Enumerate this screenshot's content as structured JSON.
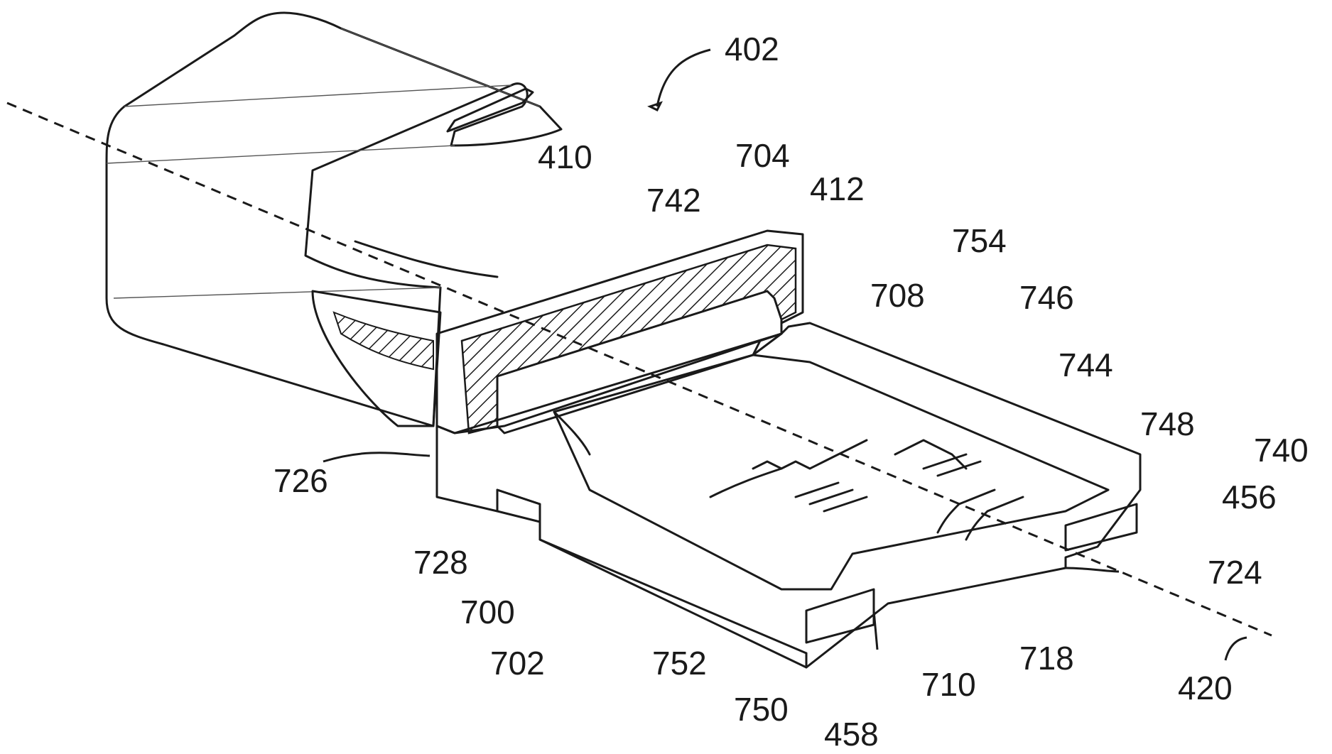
{
  "figure": {
    "labels": [
      {
        "key": "l402",
        "text": "402"
      },
      {
        "key": "l410",
        "text": "410"
      },
      {
        "key": "l704",
        "text": "704"
      },
      {
        "key": "l742",
        "text": "742"
      },
      {
        "key": "l412",
        "text": "412"
      },
      {
        "key": "l754",
        "text": "754"
      },
      {
        "key": "l708",
        "text": "708"
      },
      {
        "key": "l746",
        "text": "746"
      },
      {
        "key": "l744",
        "text": "744"
      },
      {
        "key": "l748",
        "text": "748"
      },
      {
        "key": "l740",
        "text": "740"
      },
      {
        "key": "l456",
        "text": "456"
      },
      {
        "key": "l724",
        "text": "724"
      },
      {
        "key": "l726",
        "text": "726"
      },
      {
        "key": "l728",
        "text": "728"
      },
      {
        "key": "l700",
        "text": "700"
      },
      {
        "key": "l702",
        "text": "702"
      },
      {
        "key": "l752",
        "text": "752"
      },
      {
        "key": "l750",
        "text": "750"
      },
      {
        "key": "l710",
        "text": "710"
      },
      {
        "key": "l718",
        "text": "718"
      },
      {
        "key": "l420",
        "text": "420"
      },
      {
        "key": "l458",
        "text": "458"
      }
    ]
  }
}
